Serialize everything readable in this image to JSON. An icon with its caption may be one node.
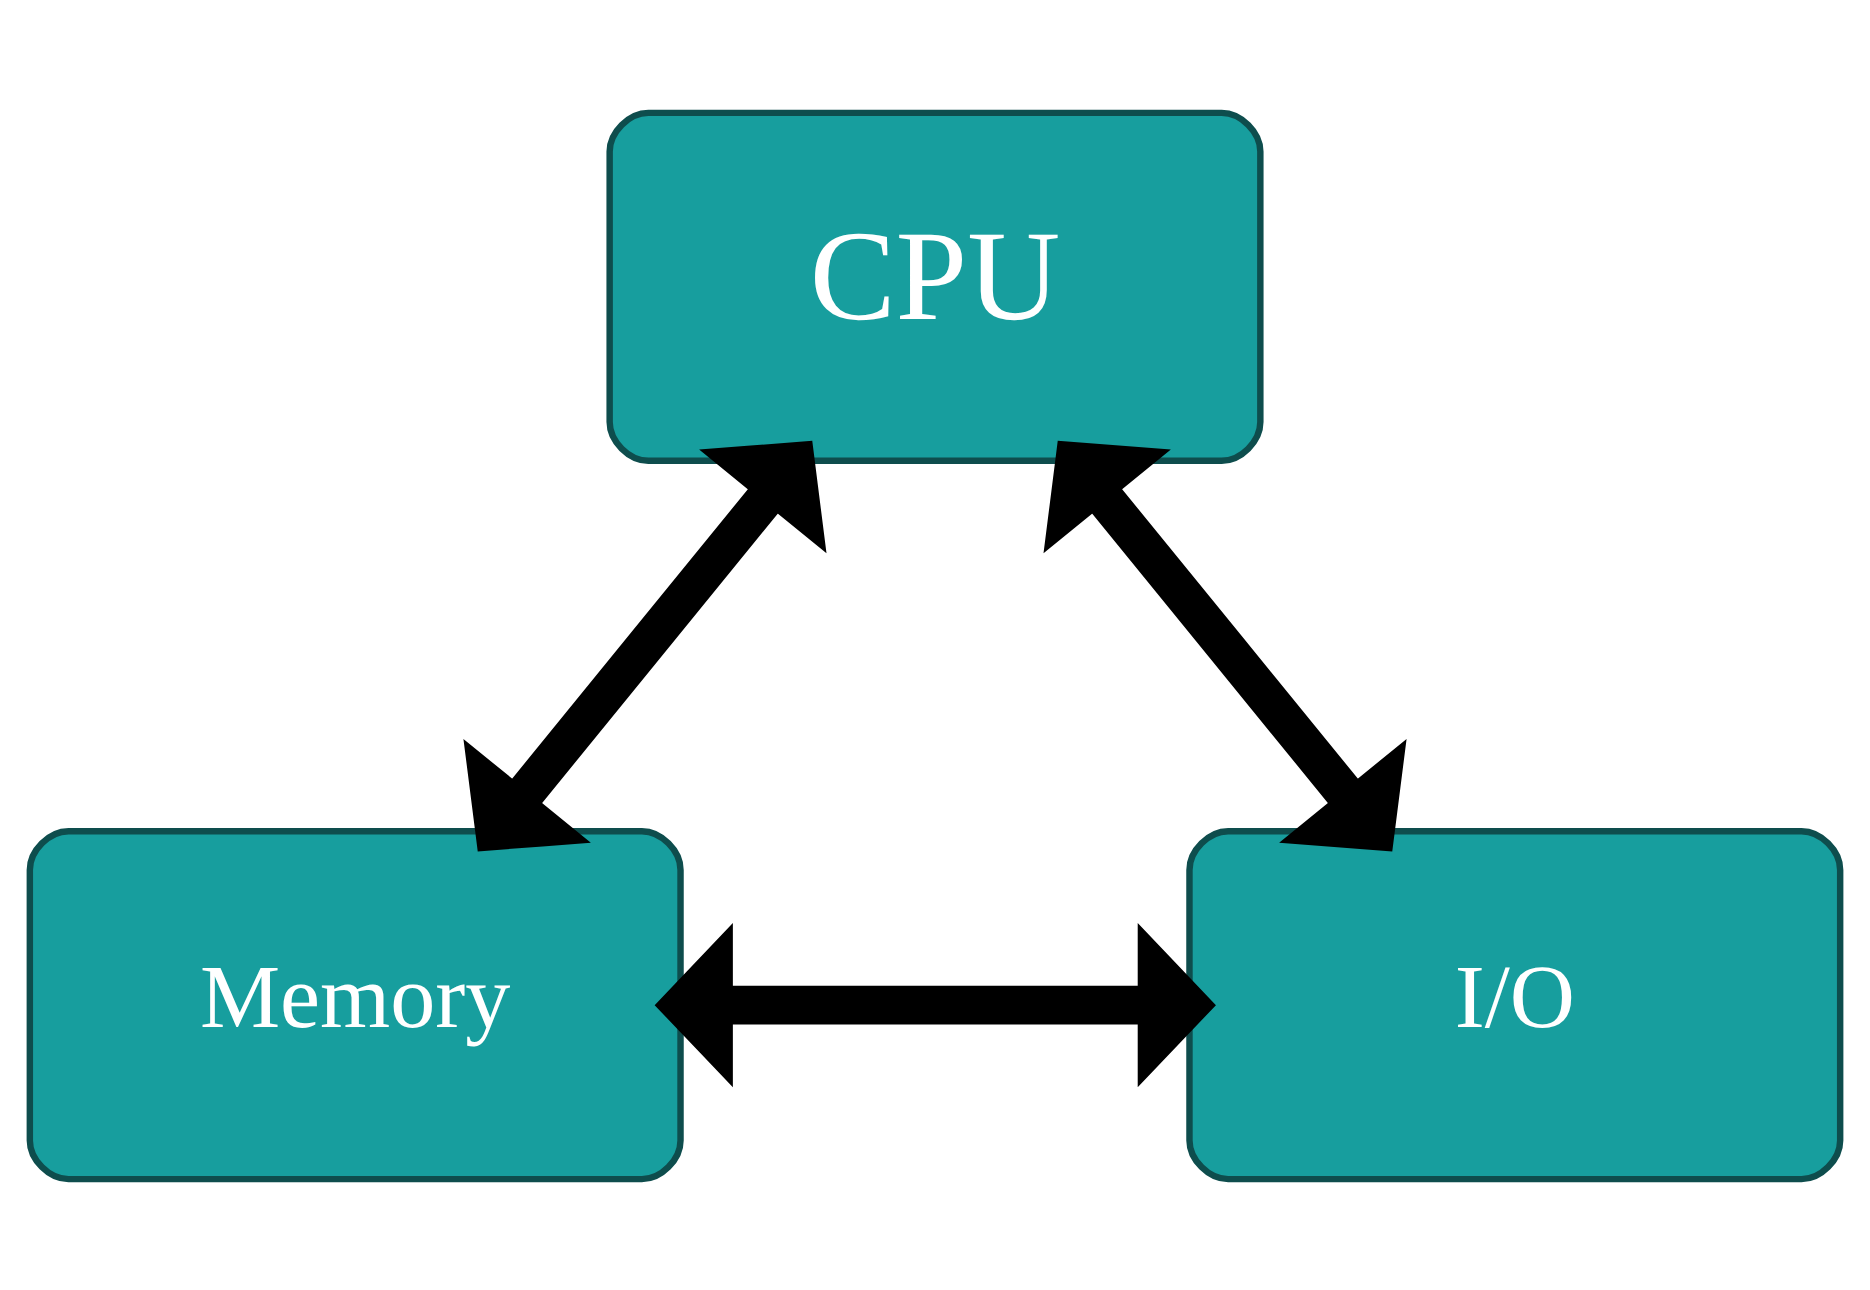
{
  "diagram": {
    "nodes": [
      {
        "text": [
          "CPU"
        ]
      },
      {
        "text": [
          "Memory"
        ]
      },
      {
        "text": [
          "I/O"
        ]
      }
    ],
    "edges": [
      {
        "from": 0,
        "to": 1,
        "arrow": "both"
      },
      {
        "from": 0,
        "to": 2,
        "arrow": "both"
      },
      {
        "from": 1,
        "to": 2,
        "arrow": "both"
      }
    ]
  }
}
